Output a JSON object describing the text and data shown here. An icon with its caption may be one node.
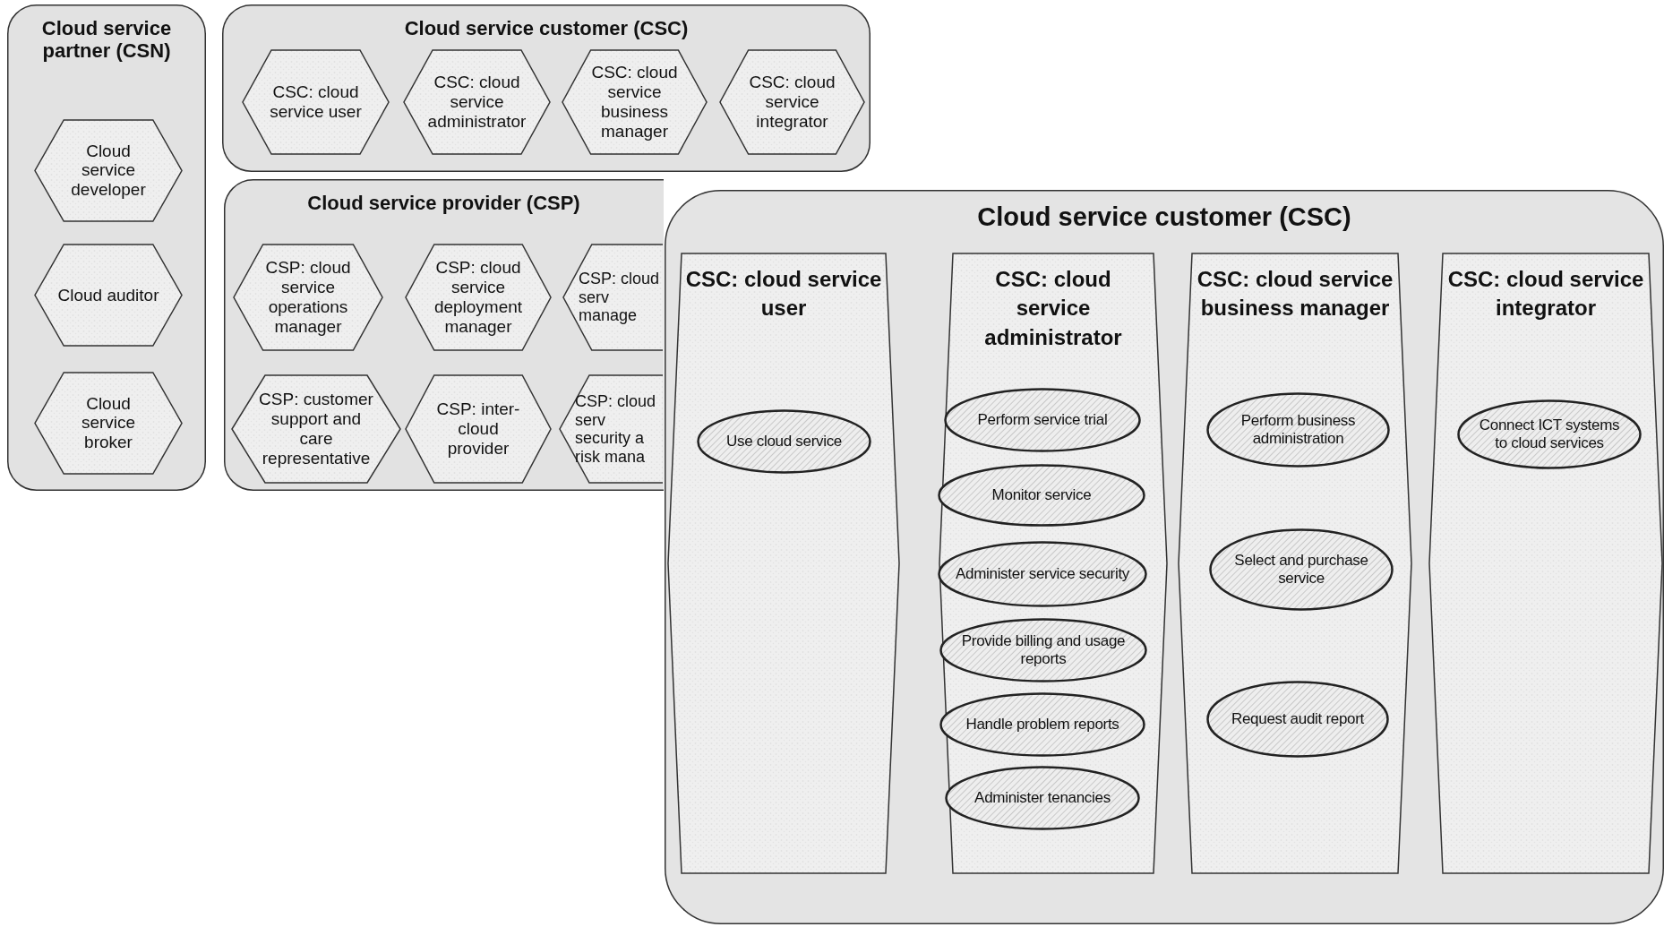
{
  "diagram": {
    "nodes": [
      {
        "text": [
          "Cloud service partner (CSN)"
        ]
      },
      {
        "text": [
          "Cloud service developer"
        ],
        "in": 0
      },
      {
        "text": [
          "Cloud auditor"
        ],
        "in": 0
      },
      {
        "text": [
          "Cloud service broker"
        ],
        "in": 0
      },
      {
        "text": [
          "Cloud service customer (CSC)"
        ]
      },
      {
        "text": [
          "CSC: cloud service user"
        ],
        "in": 4
      },
      {
        "text": [
          "CSC: cloud service administrator"
        ],
        "in": 4
      },
      {
        "text": [
          "CSC: cloud service business manager"
        ],
        "in": 4
      },
      {
        "text": [
          "CSC: cloud service integrator"
        ],
        "in": 4
      },
      {
        "text": [
          "Cloud service provider (CSP)"
        ]
      },
      {
        "text": [
          "CSP: cloud service operations manager"
        ],
        "in": 9
      },
      {
        "text": [
          "CSP: cloud service deployment manager"
        ],
        "in": 9
      },
      {
        "text": [
          "CSP: cloud serv manage"
        ],
        "in": 9
      },
      {
        "text": [
          "CSP: customer support and care representative"
        ],
        "in": 9
      },
      {
        "text": [
          "CSP: inter-cloud provider"
        ],
        "in": 9
      },
      {
        "text": [
          "CSP: cloud serv security a risk mana"
        ],
        "in": 9
      },
      {
        "text": [
          "Cloud service customer (CSC)"
        ]
      },
      {
        "text": [
          "CSC: cloud service user"
        ],
        "in": 16
      },
      {
        "text": [
          "Use cloud service"
        ]
      },
      {
        "text": [
          "CSC: cloud service administrator"
        ],
        "in": 16
      },
      {
        "text": [
          "Perform service trial"
        ],
        "in": 19
      },
      {
        "text": [
          "Monitor service"
        ],
        "in": 19
      },
      {
        "text": [
          "Administer service security"
        ],
        "in": 19
      },
      {
        "text": [
          "Provide billing and usage reports"
        ],
        "in": 19
      },
      {
        "text": [
          "Handle problem reports"
        ],
        "in": 19
      },
      {
        "text": [
          "Administer tenancies"
        ],
        "in": 19
      },
      {
        "text": [
          "CSC: cloud service business manager"
        ],
        "in": 16
      },
      {
        "text": [
          "Perform business administration"
        ],
        "in": 26
      },
      {
        "text": [
          "Select and purchase service"
        ],
        "in": 26
      },
      {
        "text": [
          "Request audit report"
        ],
        "in": 26
      },
      {
        "text": [
          "CSC: cloud service integrator"
        ],
        "in": 16
      },
      {
        "text": [
          "Connect ICT systems to cloud services"
        ],
        "in": 30
      }
    ]
  }
}
